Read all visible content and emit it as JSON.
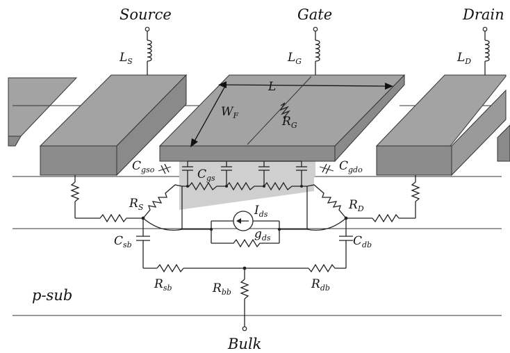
{
  "terminals": {
    "source": "Source",
    "gate": "Gate",
    "drain": "Drain",
    "bulk": "Bulk"
  },
  "inductors": {
    "source": {
      "base": "L",
      "sub": "S"
    },
    "gate": {
      "base": "L",
      "sub": "G"
    },
    "drain": {
      "base": "L",
      "sub": "D"
    }
  },
  "dimensions": {
    "length": "L",
    "width": {
      "base": "W",
      "sub": "F"
    }
  },
  "resistors": {
    "gate": {
      "base": "R",
      "sub": "G"
    },
    "source": {
      "base": "R",
      "sub": "S"
    },
    "drain": {
      "base": "R",
      "sub": "D"
    },
    "substrate_source": {
      "base": "R",
      "sub": "sb"
    },
    "substrate_drain": {
      "base": "R",
      "sub": "db"
    },
    "bulk": {
      "base": "R",
      "sub": "bb"
    }
  },
  "capacitors": {
    "gate_source_overlap": {
      "base": "C",
      "sub": "gso"
    },
    "gate_source": {
      "base": "C",
      "sub": "gs"
    },
    "gate_drain_overlap": {
      "base": "C",
      "sub": "gdo"
    },
    "source_bulk": {
      "base": "C",
      "sub": "sb"
    },
    "drain_bulk": {
      "base": "C",
      "sub": "db"
    }
  },
  "current_source": {
    "base": "I",
    "sub": "ds"
  },
  "conductance": {
    "base": "g",
    "sub": "ds"
  },
  "substrate": "p-sub",
  "colors": {
    "block_top": "#a3a3a3",
    "block_side": "#8a8a8a",
    "channel": "#cfcfcf",
    "wire": "#222222"
  }
}
